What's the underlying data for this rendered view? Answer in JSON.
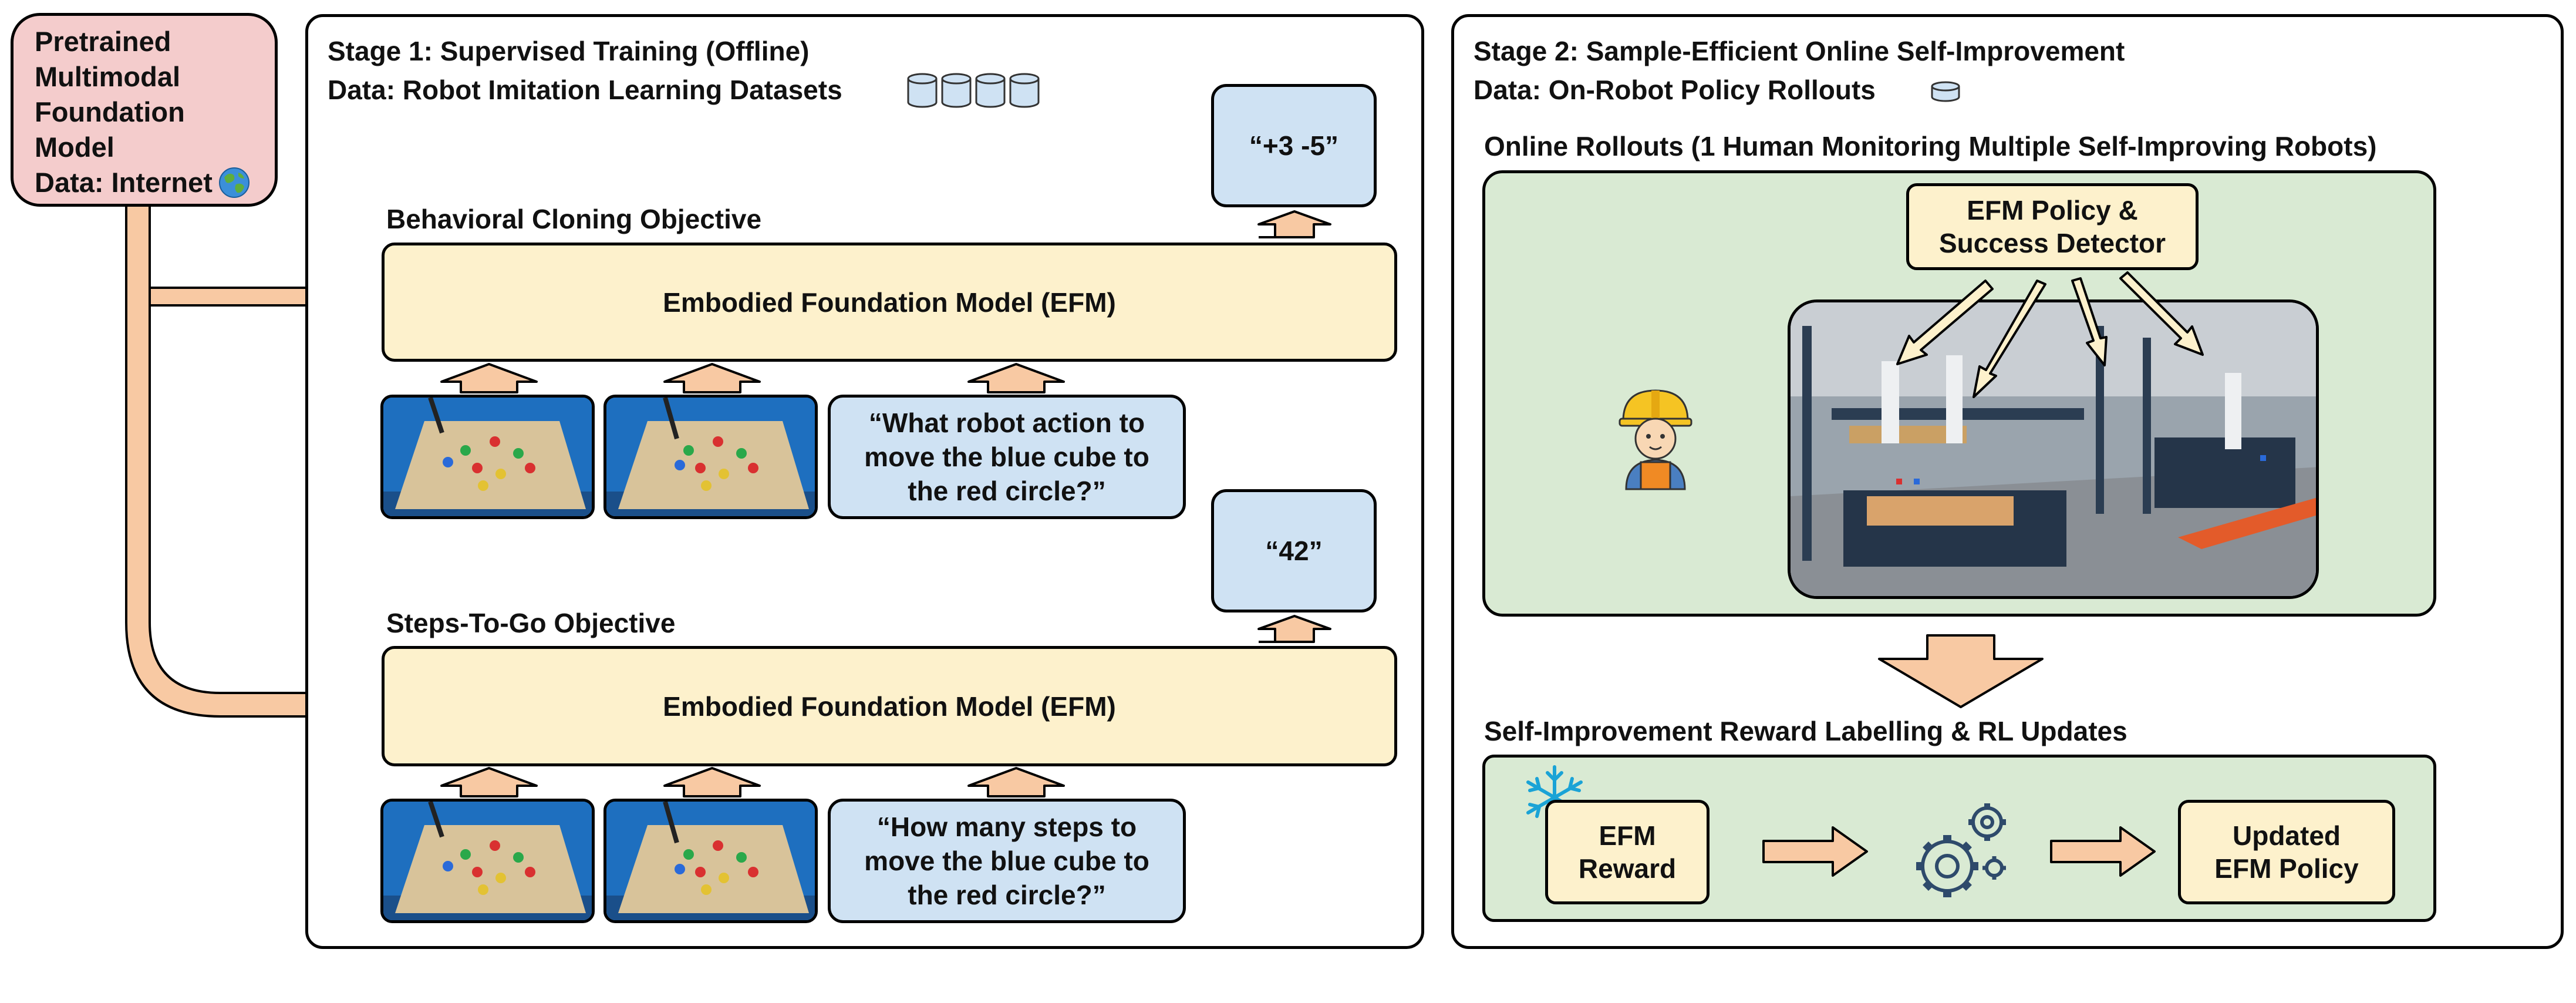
{
  "foundation": {
    "title_lines": [
      "Pretrained",
      "Multimodal",
      "Foundation",
      "Model"
    ],
    "data_label": "Data: Internet",
    "globe_icon": "globe-icon"
  },
  "stage1": {
    "title": "Stage 1: Supervised Training (Offline)",
    "data_label": "Data: Robot Imitation Learning Datasets",
    "dataset_icon": "database-icon",
    "bc": {
      "heading": "Behavioral Cloning Objective",
      "model": "Embodied Foundation Model (EFM)",
      "output": "“+3 -5”",
      "prompt_lines": [
        "“What robot action to",
        "move the blue cube to",
        "the red circle?”"
      ]
    },
    "stg": {
      "heading": "Steps-To-Go Objective",
      "model": "Embodied Foundation Model (EFM)",
      "output": "“42”",
      "prompt_lines": [
        "“How many steps to",
        "move the blue cube to",
        "the red circle?”"
      ]
    }
  },
  "stage2": {
    "title": "Stage 2: Sample-Efficient Online Self-Improvement",
    "data_label": "Data: On-Robot Policy Rollouts",
    "rollouts_heading": "Online Rollouts (1 Human Monitoring Multiple Self-Improving Robots)",
    "policy_box_lines": [
      "EFM Policy &",
      "Success Detector"
    ],
    "worker_icon": "worker-icon",
    "reward_heading": "Self-Improvement Reward Labelling & RL Updates",
    "reward_box_lines": [
      "EFM",
      "Reward"
    ],
    "snowflake_icon": "snowflake-icon",
    "gears_icon": "gears-icon",
    "updated_box_lines": [
      "Updated",
      "EFM Policy"
    ]
  },
  "colors": {
    "arrow_fill": "#f8c9a3",
    "cream": "#fdf1cc",
    "blue_box": "#cfe2f3",
    "green_panel": "#d9ead3",
    "pink_box": "#f4cccc"
  }
}
